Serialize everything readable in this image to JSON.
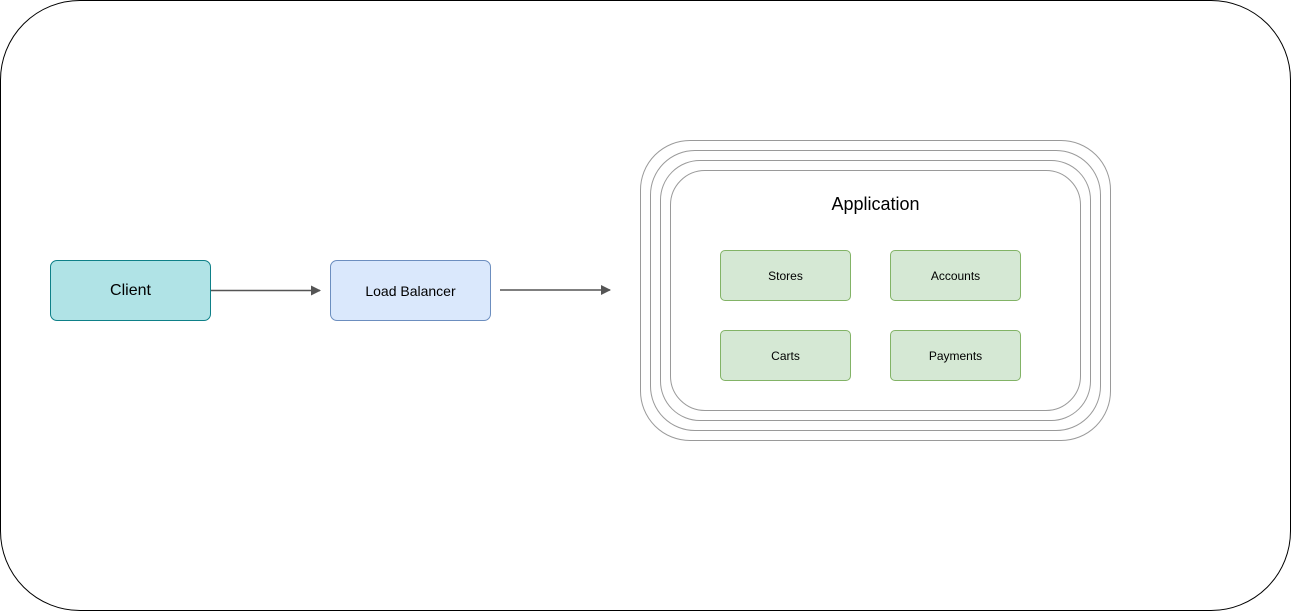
{
  "nodes": {
    "client": "Client",
    "load_balancer": "Load Balancer"
  },
  "application": {
    "title": "Application",
    "services": {
      "stores": "Stores",
      "accounts": "Accounts",
      "carts": "Carts",
      "payments": "Payments"
    }
  },
  "colors": {
    "client_fill": "#b0e3e6",
    "client_stroke": "#0e8088",
    "load_balancer_fill": "#dae8fc",
    "load_balancer_stroke": "#6c8ebf",
    "service_fill": "#d5e8d4",
    "service_stroke": "#82b366",
    "arrow": "#555555",
    "app_ring_stroke": "#9a9a9a"
  }
}
